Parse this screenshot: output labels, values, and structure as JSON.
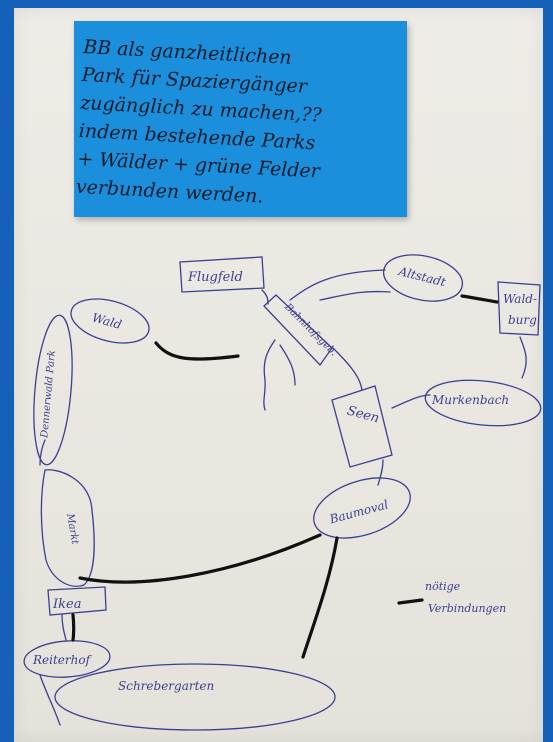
{
  "note": {
    "text": "BB als ganzheitlichen\nPark für Spaziergänger\nzugänglich zu machen,??\nindem bestehende Parks\n+ Wälder + grüne Felder\nverbunden werden."
  },
  "nodes": {
    "flugfeld": "Flugfeld",
    "altstadt": "Altstadt",
    "waldburg": "Wald-\nburg",
    "wald": "Wald",
    "bahnhof": "Bahnhofsgeb.",
    "seen": "Seen",
    "murkenbach": "Murkenbach",
    "dennerwald": "Dennerwald Park",
    "baumoval": "Baumoval",
    "markt": "Markt",
    "ikea": "Ikea",
    "reiterhof": "Reiterhof",
    "schrebergarten": "Schrebergarten"
  },
  "legend": {
    "text": "nötige\nVerbindungen"
  },
  "colors": {
    "paper": "#ece9e2",
    "sticky": "#1c8fdc",
    "ink_blue": "#3c3f8f",
    "ink_black": "#111111",
    "border": "#1560b8"
  }
}
